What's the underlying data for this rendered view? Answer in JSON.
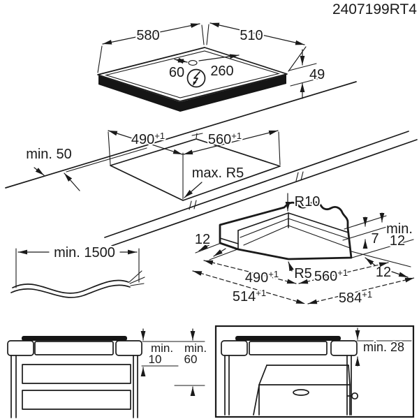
{
  "part_number": "2407199RT4",
  "colors": {
    "ink": "#1a1a1a",
    "background": "#ffffff"
  },
  "hob_view": {
    "width": "580",
    "depth": "510",
    "connection_offset": "60",
    "connection_span": "260",
    "height": "49",
    "power_icon": "lightning-bolt-in-circle"
  },
  "cutout_view": {
    "rear_clearance": "min. 50",
    "cutout_depth": "490",
    "cutout_depth_sup": "+1",
    "cutout_width": "560",
    "cutout_width_sup": "+1",
    "corner_radius": "max. R5"
  },
  "edge_detail": {
    "top_radius": "R10",
    "bottom_radius": "R5",
    "ledge_left": "12",
    "step_height": "7",
    "min_word": "min.",
    "min_value": "12",
    "ledge_right": "12",
    "inner_depth": "490",
    "inner_depth_sup": "+1",
    "inner_width": "560",
    "inner_width_sup": "+1",
    "outer_depth": "514",
    "outer_depth_sup": "+1",
    "outer_width": "584",
    "outer_width_sup": "+1"
  },
  "cable_view": {
    "length": "min. 1500"
  },
  "drawer_view": {
    "min_word_1": "min.",
    "gap_1": "10",
    "min_word_2": "min.",
    "gap_2": "60"
  },
  "oven_view": {
    "clearance": "min. 28"
  }
}
